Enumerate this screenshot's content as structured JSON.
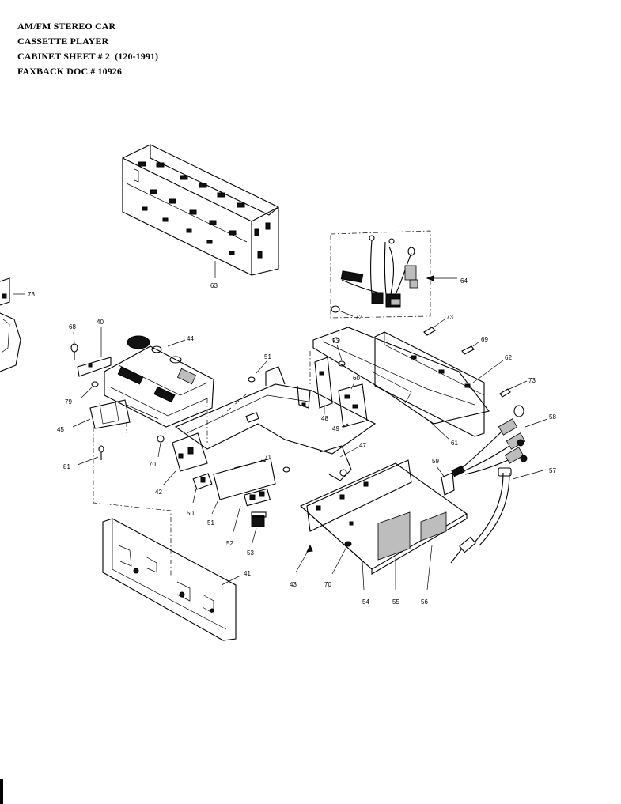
{
  "header": {
    "line1": "AM/FM STEREO CAR",
    "line2": "CASSETTE PLAYER",
    "line3": "CABINET SHEET # 2  (120-1991)",
    "line4": "FAXBACK DOC # 10926"
  },
  "callouts": {
    "c40": "40",
    "c41": "41",
    "c42": "42",
    "c43": "43",
    "c44": "44",
    "c45": "45",
    "c47": "47",
    "c48": "48",
    "c49": "49",
    "c50": "50",
    "c51": "51",
    "c52": "52",
    "c53": "53",
    "c54": "54",
    "c55": "55",
    "c56": "56",
    "c57": "57",
    "c58": "58",
    "c59": "59",
    "c60": "60",
    "c61": "61",
    "c62": "62",
    "c63": "63",
    "c64": "64",
    "c68": "68",
    "c69": "69",
    "c70": "70",
    "c71": "71",
    "c72": "72",
    "c73": "73",
    "c79": "79",
    "c81": "81"
  }
}
